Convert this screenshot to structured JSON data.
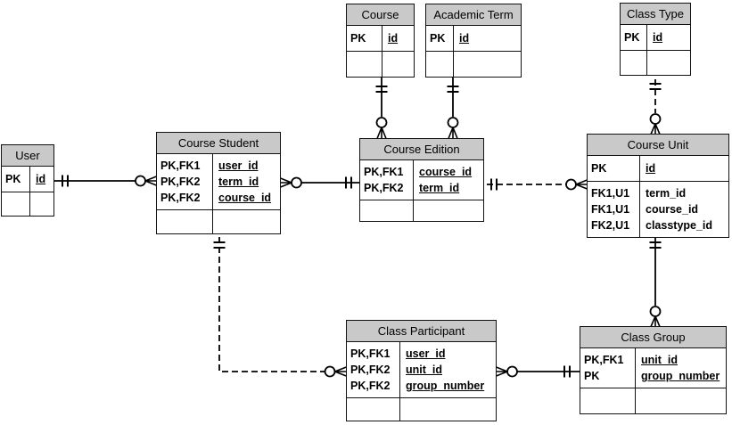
{
  "diagram_type": "entity-relationship diagram (crow's foot notation)",
  "colors": {
    "background": "#ffffff",
    "table_header_fill": "#c9c9c9",
    "table_border": "#111111",
    "line_color": "#000000",
    "text_color": "#000000"
  },
  "tables": {
    "user": {
      "title": "User",
      "rows": [
        [
          "PK",
          "id"
        ]
      ]
    },
    "course_student": {
      "title": "Course Student",
      "rows": [
        [
          "PK,FK1",
          "user_id"
        ],
        [
          "PK,FK2",
          "term_id"
        ],
        [
          "PK,FK2",
          "course_id"
        ]
      ]
    },
    "course": {
      "title": "Course",
      "rows": [
        [
          "PK",
          "id"
        ]
      ]
    },
    "academic_term": {
      "title": "Academic Term",
      "rows": [
        [
          "PK",
          "id"
        ]
      ]
    },
    "course_edition": {
      "title": "Course Edition",
      "rows": [
        [
          "PK,FK1",
          "course_id"
        ],
        [
          "PK,FK2",
          "term_id"
        ]
      ]
    },
    "class_type": {
      "title": "Class Type",
      "rows": [
        [
          "PK",
          "id"
        ]
      ]
    },
    "course_unit": {
      "title": "Course Unit",
      "sections": [
        [
          [
            "PK",
            "id"
          ]
        ],
        [
          [
            "FK1,U1",
            "term_id"
          ],
          [
            "FK1,U1",
            "course_id"
          ],
          [
            "FK2,U1",
            "classtype_id"
          ]
        ]
      ]
    },
    "class_participant": {
      "title": "Class Participant",
      "rows": [
        [
          "PK,FK1",
          "user_id"
        ],
        [
          "PK,FK2",
          "unit_id"
        ],
        [
          "PK,FK2",
          "group_number"
        ]
      ]
    },
    "class_group": {
      "title": "Class Group",
      "rows": [
        [
          "PK,FK1",
          "unit_id"
        ],
        [
          "PK",
          "group_number"
        ]
      ]
    }
  },
  "relationships": [
    {
      "parent": "User",
      "child": "Course Student",
      "parent_cardinality": "one and only one",
      "child_cardinality": "zero or many",
      "line": "solid"
    },
    {
      "parent": "Course Edition",
      "child": "Course Student",
      "parent_cardinality": "one and only one",
      "child_cardinality": "zero or many",
      "line": "solid"
    },
    {
      "parent": "Course",
      "child": "Course Edition",
      "parent_cardinality": "one and only one",
      "child_cardinality": "zero or many",
      "line": "solid"
    },
    {
      "parent": "Academic Term",
      "child": "Course Edition",
      "parent_cardinality": "one and only one",
      "child_cardinality": "zero or many",
      "line": "solid"
    },
    {
      "parent": "Course Edition",
      "child": "Course Unit",
      "parent_cardinality": "one and only one",
      "child_cardinality": "zero or many",
      "line": "dashed"
    },
    {
      "parent": "Class Type",
      "child": "Course Unit",
      "parent_cardinality": "one and only one",
      "child_cardinality": "zero or many",
      "line": "dashed"
    },
    {
      "parent": "Course Student",
      "child": "Class Participant",
      "parent_cardinality": "one and only one",
      "child_cardinality": "zero or many",
      "line": "dashed"
    },
    {
      "parent": "Course Unit",
      "child": "Class Group",
      "parent_cardinality": "one and only one",
      "child_cardinality": "zero or many",
      "line": "solid"
    },
    {
      "parent": "Class Group",
      "child": "Class Participant",
      "parent_cardinality": "one and only one",
      "child_cardinality": "zero or many",
      "line": "solid"
    }
  ]
}
